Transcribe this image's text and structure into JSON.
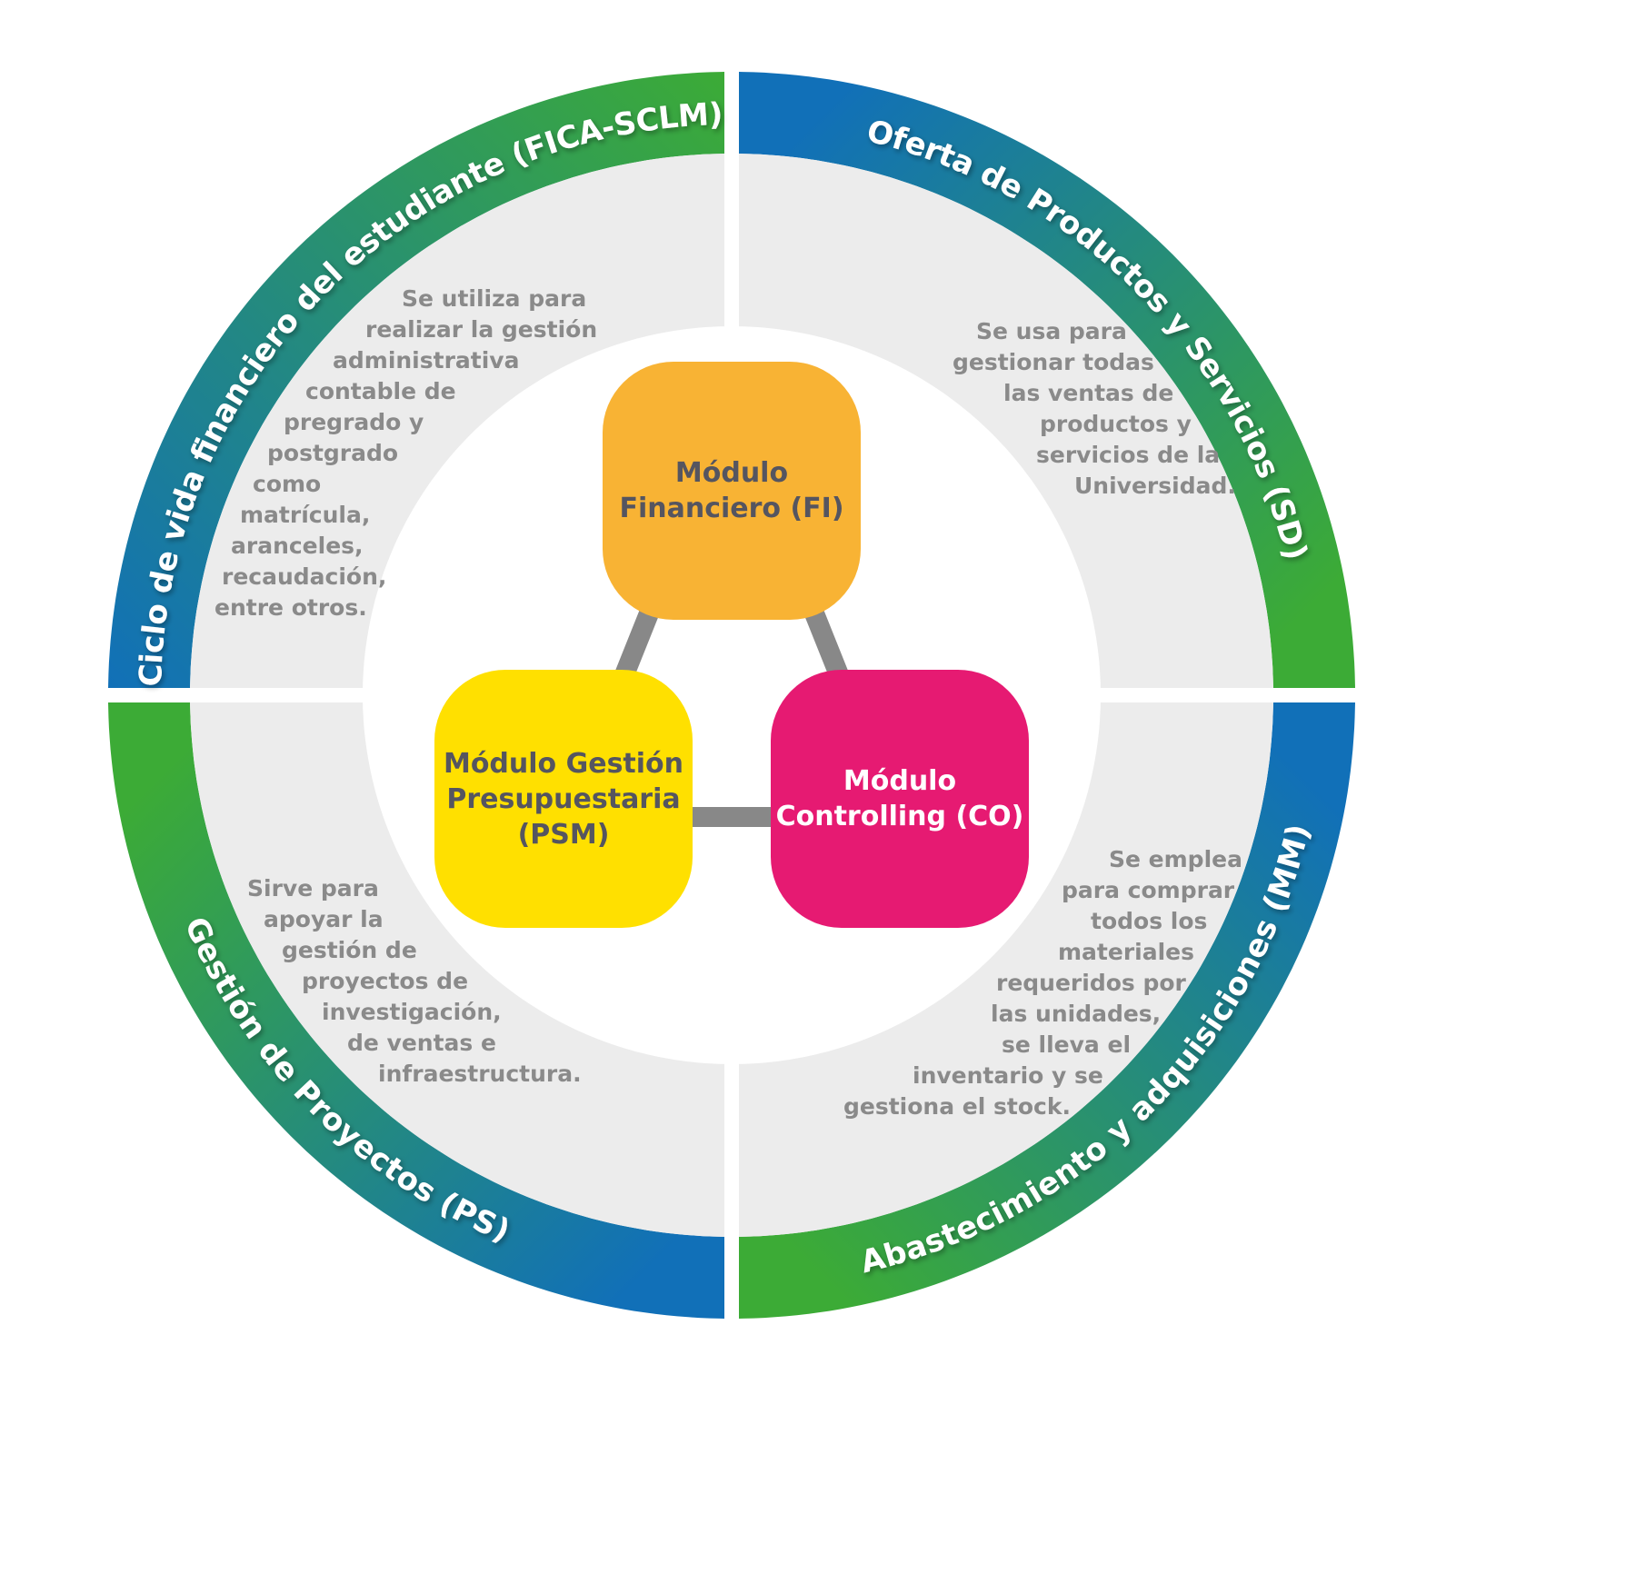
{
  "colors": {
    "blue": "#1170b8",
    "green": "#3cab36",
    "grey_band": "#ececec",
    "connector": "#888888",
    "desc_text": "#8a8a8a",
    "fi": "#f8b334",
    "psm": "#ffe000",
    "co": "#e61a72",
    "module_dark_text": "#555560",
    "module_light_text": "#ffffff"
  },
  "quadrants": [
    {
      "id": "fica-sclm",
      "ring_label": "Ciclo de vida financiero del estudiante (FICA-SCLM)",
      "description": [
        "Se utiliza para",
        "realizar la gestión",
        "administrativa",
        "contable de",
        "pregrado y",
        "postgrado",
        "como",
        "matrícula,",
        "aranceles,",
        "recaudación,",
        "entre otros."
      ]
    },
    {
      "id": "sd",
      "ring_label": "Oferta de Productos y Servicios (SD)",
      "description": [
        "Se usa para",
        "gestionar todas",
        "las ventas de",
        "productos y",
        "servicios de la",
        "Universidad."
      ]
    },
    {
      "id": "ps",
      "ring_label": "Gestión de Proyectos (PS)",
      "description": [
        "Sirve para",
        "apoyar la",
        "gestión de",
        "proyectos de",
        "investigación,",
        "de ventas e",
        "infraestructura."
      ]
    },
    {
      "id": "mm",
      "ring_label": "Abastecimiento y adquisiciones (MM)",
      "description": [
        "Se emplea",
        "para comprar",
        "todos los",
        "materiales",
        "requeridos por",
        "las unidades,",
        "se lleva el",
        "inventario y se",
        "gestiona el stock."
      ]
    }
  ],
  "modules": {
    "fi": {
      "label": "Módulo\nFinanciero (FI)"
    },
    "psm": {
      "label": "Módulo Gestión\nPresupuestaria\n(PSM)"
    },
    "co": {
      "label": "Módulo\nControlling (CO)"
    }
  }
}
